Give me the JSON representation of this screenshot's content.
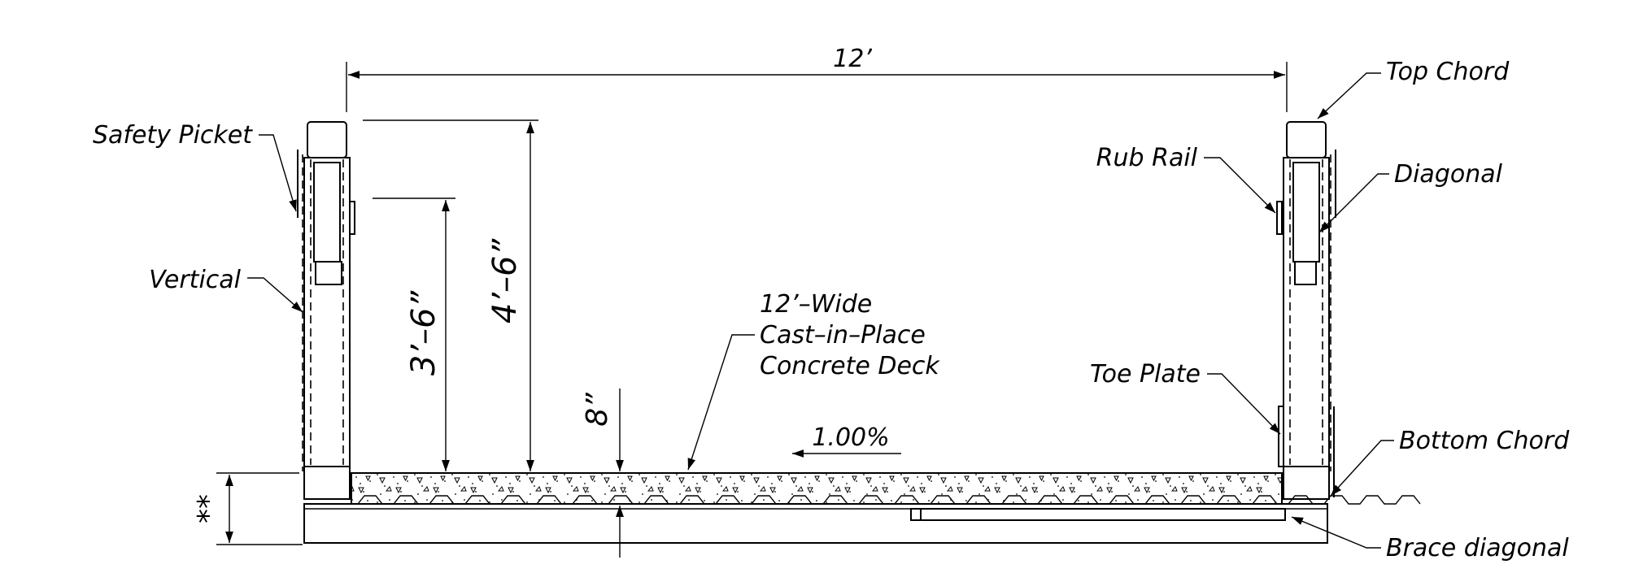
{
  "colors": {
    "ink": "#000000",
    "background": "#ffffff"
  },
  "dimensions": {
    "span": "12’",
    "rail_height_lower": "3’–6”",
    "rail_height_upper": "4’–6”",
    "deck_thickness": "8”",
    "depth": "**"
  },
  "slope": {
    "value": "1.00%",
    "arrow": "left"
  },
  "labels": {
    "safety_picket": "Safety Picket",
    "vertical": "Vertical",
    "top_chord": "Top Chord",
    "rub_rail": "Rub Rail",
    "diagonal": "Diagonal",
    "toe_plate": "Toe Plate",
    "bottom_chord": "Bottom Chord",
    "brace_diagonal": "Brace diagonal",
    "deck_line1": "12’–Wide",
    "deck_line2": "Cast–in–Place",
    "deck_line3": "Concrete Deck"
  }
}
